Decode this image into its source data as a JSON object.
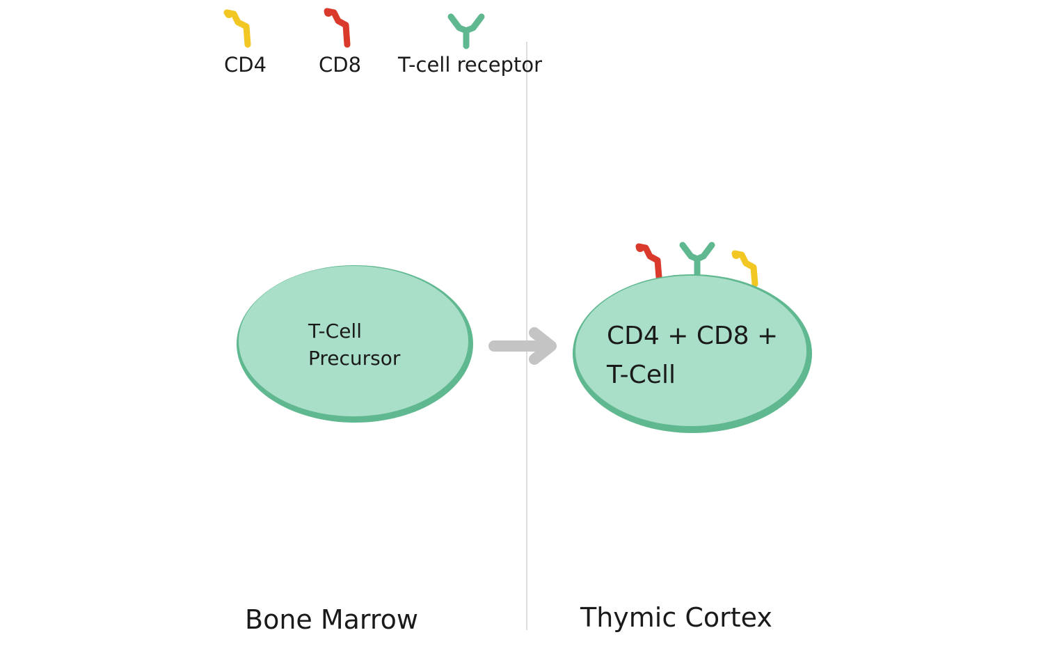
{
  "legend": {
    "cd4": "CD4",
    "cd8": "CD8",
    "tcr": "T-cell receptor"
  },
  "cells": {
    "precursor": {
      "line1": "T-Cell",
      "line2": "Precursor"
    },
    "double_positive": {
      "line1": "CD4 + CD8 +",
      "line2": "T-Cell"
    }
  },
  "regions": {
    "left": "Bone Marrow",
    "right": "Thymic Cortex"
  },
  "colors": {
    "cd4": "#f2c623",
    "cd8": "#d93a2b",
    "tcr": "#5fb88f",
    "cell_fill": "#a9dfc8",
    "cell_stroke": "#5fb88f",
    "arrow": "#c4c4c4",
    "divider": "#dddddd"
  },
  "icons": [
    "cd4-receptor-icon",
    "cd8-receptor-icon",
    "t-cell-receptor-icon",
    "arrow-right-icon"
  ]
}
